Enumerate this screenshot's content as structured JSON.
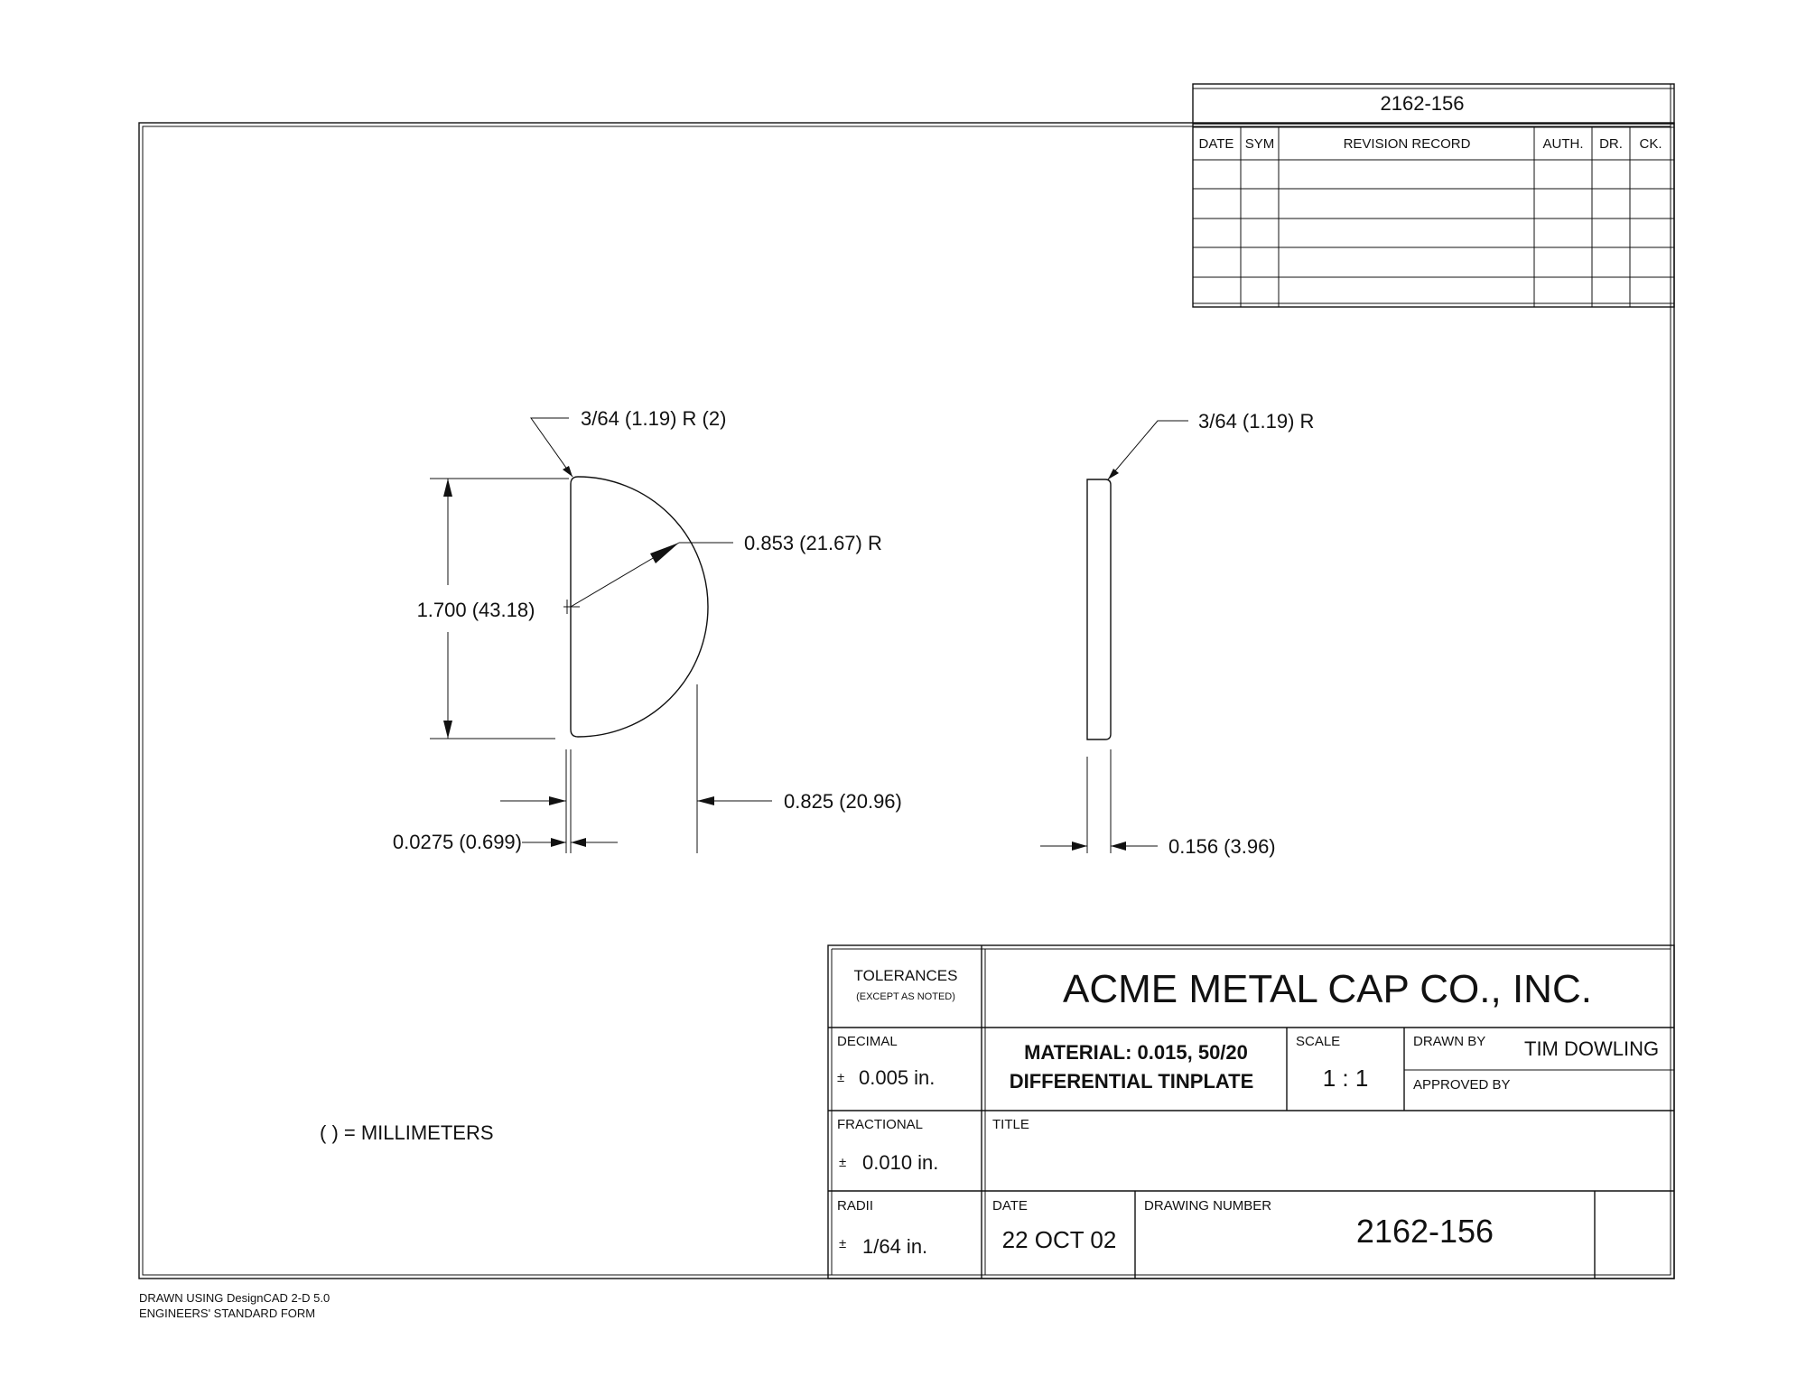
{
  "drawing": {
    "revision_block": {
      "number": "2162-156",
      "headers": [
        "DATE",
        "SYM",
        "REVISION RECORD",
        "AUTH.",
        "DR.",
        "CK."
      ]
    },
    "dimensions": {
      "corner_radius_left": "3/64 (1.19) R (2)",
      "arc_radius": "0.853 (21.67) R",
      "height": "1.700 (43.18)",
      "width": "0.825 (20.96)",
      "thickness": "0.0275 (0.699)",
      "corner_radius_right": "3/64 (1.19) R",
      "side_thickness": "0.156 (3.96)"
    },
    "units_note": "( ) = MILLIMETERS",
    "title_block": {
      "tolerances_label": "TOLERANCES",
      "tolerances_note": "(EXCEPT AS NOTED)",
      "company": "ACME METAL CAP CO., INC.",
      "decimal_label": "DECIMAL",
      "decimal_value": "0.005 in.",
      "material_line1": "MATERIAL:  0.015,  50/20",
      "material_line2": "DIFFERENTIAL TINPLATE",
      "scale_label": "SCALE",
      "scale_value": "1 : 1",
      "drawn_by_label": "DRAWN BY",
      "drawn_by_value": "TIM DOWLING",
      "approved_by_label": "APPROVED BY",
      "fractional_label": "FRACTIONAL",
      "fractional_value": "0.010 in.",
      "title_label": "TITLE",
      "radii_label": "RADII",
      "radii_value": "1/64 in.",
      "date_label": "DATE",
      "date_value": "22 OCT 02",
      "drawing_number_label": "DRAWING NUMBER",
      "drawing_number_value": "2162-156",
      "plus_minus": "±"
    },
    "footer": {
      "line1": "DRAWN USING DesignCAD 2-D 5.0",
      "line2": "ENGINEERS' STANDARD FORM"
    }
  }
}
